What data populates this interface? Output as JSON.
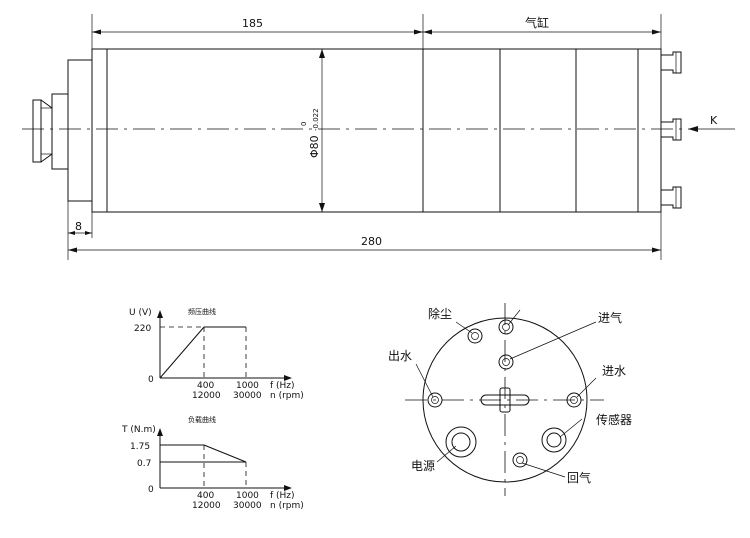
{
  "spindle": {
    "dim_body_length": "185",
    "cylinder_label": "气缸",
    "dim_total_length": "280",
    "dim_flange": "8",
    "view_label": "K",
    "diameter_main": "Φ80",
    "diameter_upper_tol": "0",
    "diameter_lower_tol": "-0.022"
  },
  "voltage_chart": {
    "title": "频压曲线",
    "y_axis_label": "U (V)",
    "y_tick_220": "220",
    "origin_label": "0",
    "x_tick_400": "400",
    "x_tick_1000": "1000",
    "x_tick_12000": "12000",
    "x_tick_30000": "30000",
    "f_axis_label": "f (Hz)",
    "n_axis_label": "n (rpm)"
  },
  "torque_chart": {
    "title": "负载曲线",
    "y_axis_label": "T (N.m)",
    "y_tick_175": "1.75",
    "y_tick_07": "0.7",
    "origin_label": "0",
    "x_tick_400": "400",
    "x_tick_1000": "1000",
    "x_tick_12000": "12000",
    "x_tick_30000": "30000",
    "f_axis_label": "f (Hz)",
    "n_axis_label": "n (rpm)"
  },
  "end_view": {
    "label_dust": "除尘",
    "label_air_in": "进气",
    "label_water_out": "出水",
    "label_water_in": "进水",
    "label_sensor": "传感器",
    "label_power": "电源",
    "label_air_return": "回气"
  }
}
